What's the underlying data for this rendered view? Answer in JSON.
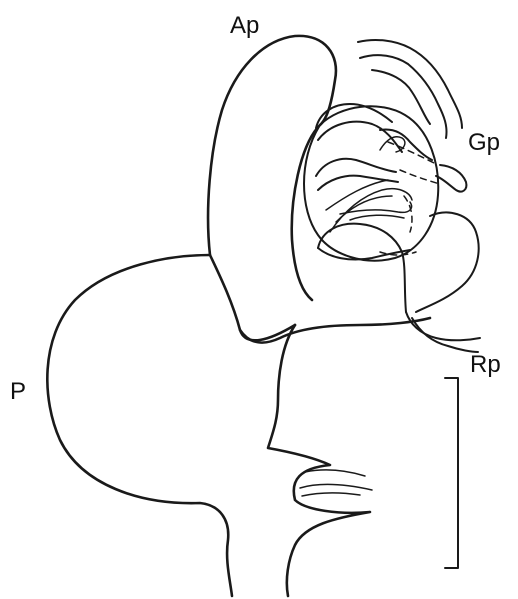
{
  "labels": {
    "ap": "Ap",
    "gp": "Gp",
    "rp": "Rp",
    "p": "P"
  },
  "colors": {
    "ink": "#1a1a1a",
    "background": "#ffffff"
  }
}
